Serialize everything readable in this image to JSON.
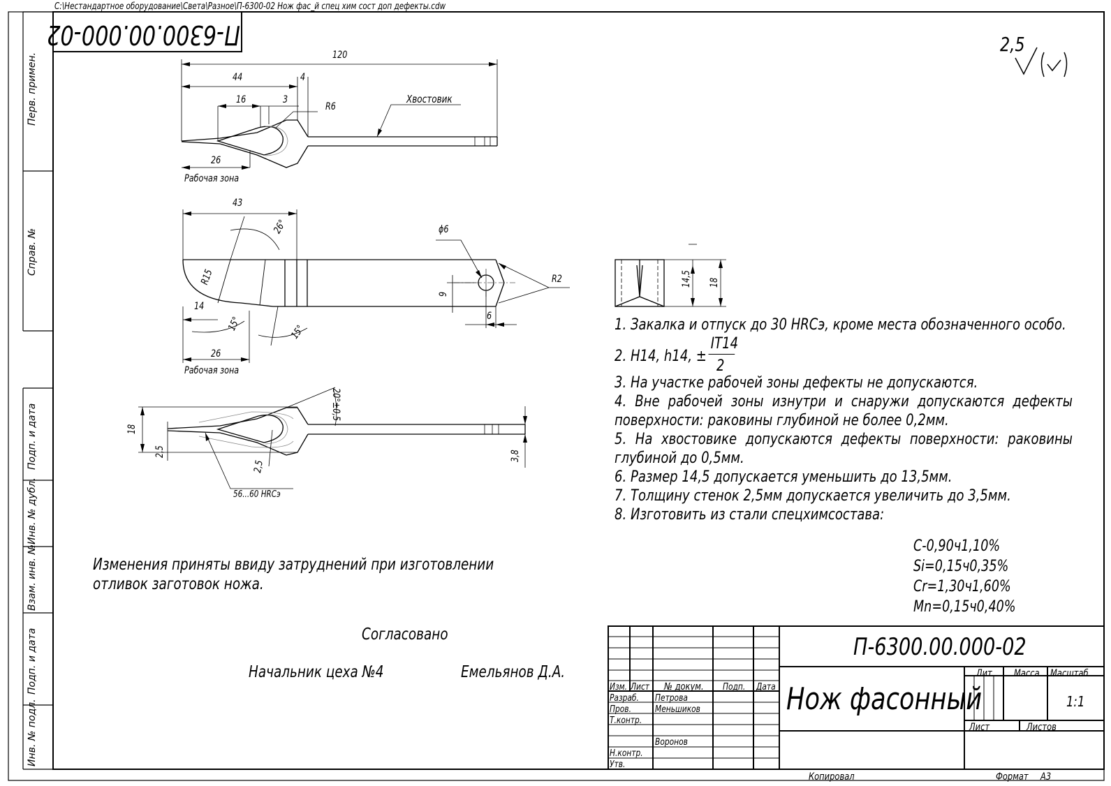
{
  "file_path": "C:\\Нестандартное оборудование\\Света\\Разное\\П-6300-02 Нож фас_й спец хим сост доп дефекты.cdw",
  "stamp_code_rotated": "П-6300.00.000-02",
  "roughness": {
    "value": "2,5"
  },
  "side_labels": [
    "Перв. примен.",
    "Справ. №",
    "Подп. и дата",
    "Инв. № дубл.",
    "Взам. инв. №",
    "Подп. и дата",
    "Инв. № подл."
  ],
  "view1": {
    "dims": [
      "120",
      "44",
      "4",
      "16",
      "3",
      "26"
    ],
    "radius": "R6",
    "tail_label": "Хвостовик",
    "work_zone": "Рабочая зона"
  },
  "view2": {
    "dims": [
      "43",
      "26°",
      "R15",
      "14",
      "15°",
      "15°",
      "26",
      "9",
      "6"
    ],
    "hole": "ϕ6",
    "radius": "R2",
    "work_zone": "Рабочая зона"
  },
  "view3": {
    "dims": [
      "18",
      "2,5",
      "2,5",
      "3,8",
      "20°±0,5"
    ],
    "hardness": "56...60 HRCэ"
  },
  "section": {
    "dims": [
      "14,5",
      "18"
    ]
  },
  "notes": [
    "1. Закалка и отпуск до 30 HRCэ, кроме места обозначенного особо.",
    "2. H14, h14, ±",
    "3. На участке рабочей зоны дефекты не допускаются.",
    "4. Вне рабочей зоны изнутри и снаружи допускаются дефекты поверхности: раковины глубиной не более 0,2мм.",
    "5. На хвостовике допускаются дефекты поверхности: раковины глубиной до 0,5мм.",
    "6. Размер 14,5 допускается уменьшить до 13,5мм.",
    "7. Толщину стенок 2,5мм допускается увеличить до 3,5мм.",
    "8. Изготовить из стали спецхимсостава:"
  ],
  "tolerance_fraction": {
    "numerator": "IT14",
    "denominator": "2"
  },
  "composition": [
    "C-0,90ч1,10%",
    "Si=0,15ч0,35%",
    "Cr=1,30ч1,60%",
    "Mn=0,15ч0,40%"
  ],
  "changes_note": [
    "Изменения приняты ввиду затруднений при изготовлении",
    "отливок заготовок ножа."
  ],
  "approval": {
    "title": "Согласовано",
    "position": "Начальник цеха №4",
    "name": "Емельянов Д.А."
  },
  "title_block": {
    "designation": "П-6300.00.000-02",
    "part_name": "Нож фасонный",
    "headers": {
      "change": "Изм.",
      "sheet": "Лист",
      "doc_no": "№ докум.",
      "sign": "Подп.",
      "date": "Дата"
    },
    "roles": [
      {
        "role": "Разраб.",
        "name": "Петрова"
      },
      {
        "role": "Пров.",
        "name": "Меньшиков"
      },
      {
        "role": "Т.контр.",
        "name": ""
      },
      {
        "role": "",
        "name": "Воронов"
      },
      {
        "role": "Н.контр.",
        "name": ""
      },
      {
        "role": "Утв.",
        "name": ""
      }
    ],
    "lit": "Лит.",
    "mass": "Масса",
    "scale_label": "Масштаб",
    "scale": "1:1",
    "sheet": "Лист",
    "sheets": "Листов",
    "copied": "Копировал",
    "format_label": "Формат",
    "format": "А3"
  }
}
